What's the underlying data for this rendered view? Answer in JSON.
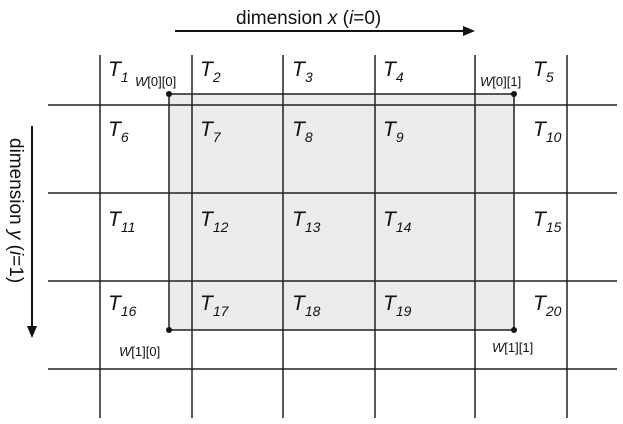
{
  "axes": {
    "x": {
      "prefix": "dimension ",
      "var": "x",
      "open": " (",
      "index": "i",
      "eq": "=0)"
    },
    "y": {
      "prefix": "dimension ",
      "var": "y",
      "open": " (",
      "index": "i",
      "eq": "=1)"
    }
  },
  "tiles": [
    {
      "name": "T",
      "sub": "1"
    },
    {
      "name": "T",
      "sub": "2"
    },
    {
      "name": "T",
      "sub": "3"
    },
    {
      "name": "T",
      "sub": "4"
    },
    {
      "name": "T",
      "sub": "5"
    },
    {
      "name": "T",
      "sub": "6"
    },
    {
      "name": "T",
      "sub": "7"
    },
    {
      "name": "T",
      "sub": "8"
    },
    {
      "name": "T",
      "sub": "9"
    },
    {
      "name": "T",
      "sub": "10"
    },
    {
      "name": "T",
      "sub": "11"
    },
    {
      "name": "T",
      "sub": "12"
    },
    {
      "name": "T",
      "sub": "13"
    },
    {
      "name": "T",
      "sub": "14"
    },
    {
      "name": "T",
      "sub": "15"
    },
    {
      "name": "T",
      "sub": "16"
    },
    {
      "name": "T",
      "sub": "17"
    },
    {
      "name": "T",
      "sub": "18"
    },
    {
      "name": "T",
      "sub": "19"
    },
    {
      "name": "T",
      "sub": "20"
    }
  ],
  "corners": [
    {
      "w": "W",
      "idx": "[0][0]"
    },
    {
      "w": "W",
      "idx": "[0][1]"
    },
    {
      "w": "W",
      "idx": "[1][0]"
    },
    {
      "w": "W",
      "idx": "[1][1]"
    }
  ],
  "colors": {
    "window_fill": "#ececec",
    "line": "#222222"
  }
}
